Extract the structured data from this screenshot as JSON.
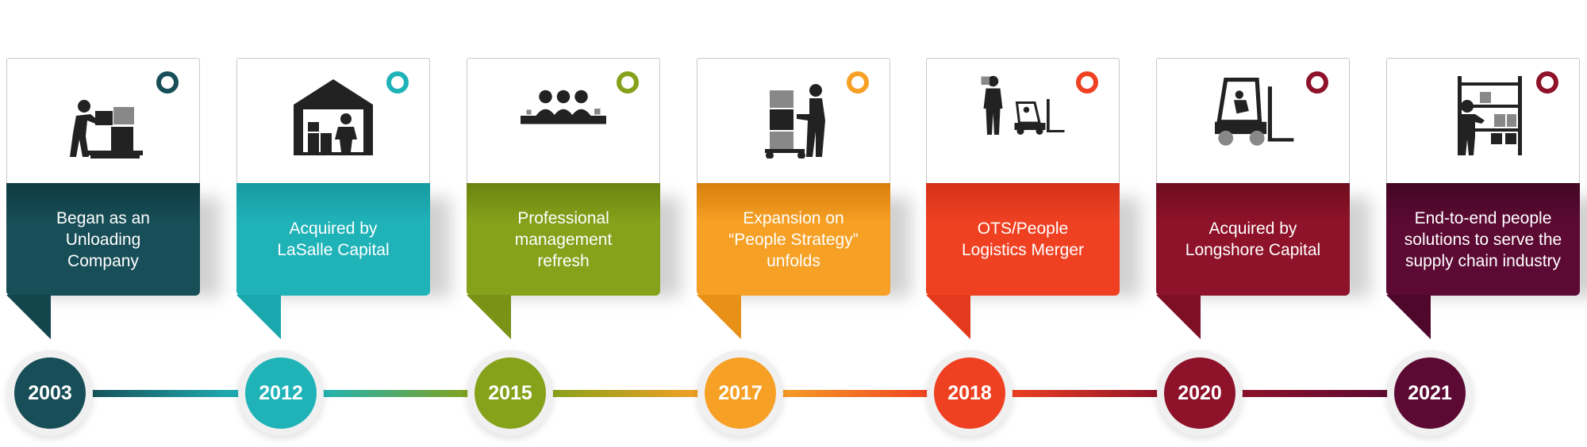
{
  "milestones": [
    {
      "year": "2003",
      "text": "Began as an\nUnloading\nCompany",
      "color": "#174e57",
      "top": "#0f3a42",
      "icon": "worker-stacking-boxes-icon",
      "ring": "#174e57"
    },
    {
      "year": "2012",
      "text": "Acquired by\nLaSalle Capital",
      "color": "#1fb3b8",
      "top": "#169aa0",
      "icon": "warehouse-icon",
      "ring": "#1fb3b8"
    },
    {
      "year": "2015",
      "text": "Professional\nmanagement\nrefresh",
      "color": "#86a11a",
      "top": "#6b8412",
      "icon": "meeting-table-icon",
      "ring": "#86a11a"
    },
    {
      "year": "2017",
      "text": "Expansion on\n“People Strategy”\nunfolds",
      "color": "#f6a025",
      "top": "#d77f0c",
      "icon": "hand-truck-worker-icon",
      "ring": "#f6a025"
    },
    {
      "year": "2018",
      "text": "OTS/People\nLogistics Merger",
      "color": "#ef4122",
      "top": "#d5311a",
      "icon": "forklift-worker-icon",
      "ring": "#ef4122"
    },
    {
      "year": "2020",
      "text": "Acquired by\nLongshore Capital",
      "color": "#8e1229",
      "top": "#6e0d1f",
      "icon": "forklift-icon",
      "ring": "#8e1229"
    },
    {
      "year": "2021",
      "text": "End-to-end people\nsolutions to serve the\nsupply chain industry",
      "color": "#5c0a33",
      "top": "#420624",
      "icon": "shelving-worker-icon",
      "ring": "#8e1229"
    }
  ]
}
